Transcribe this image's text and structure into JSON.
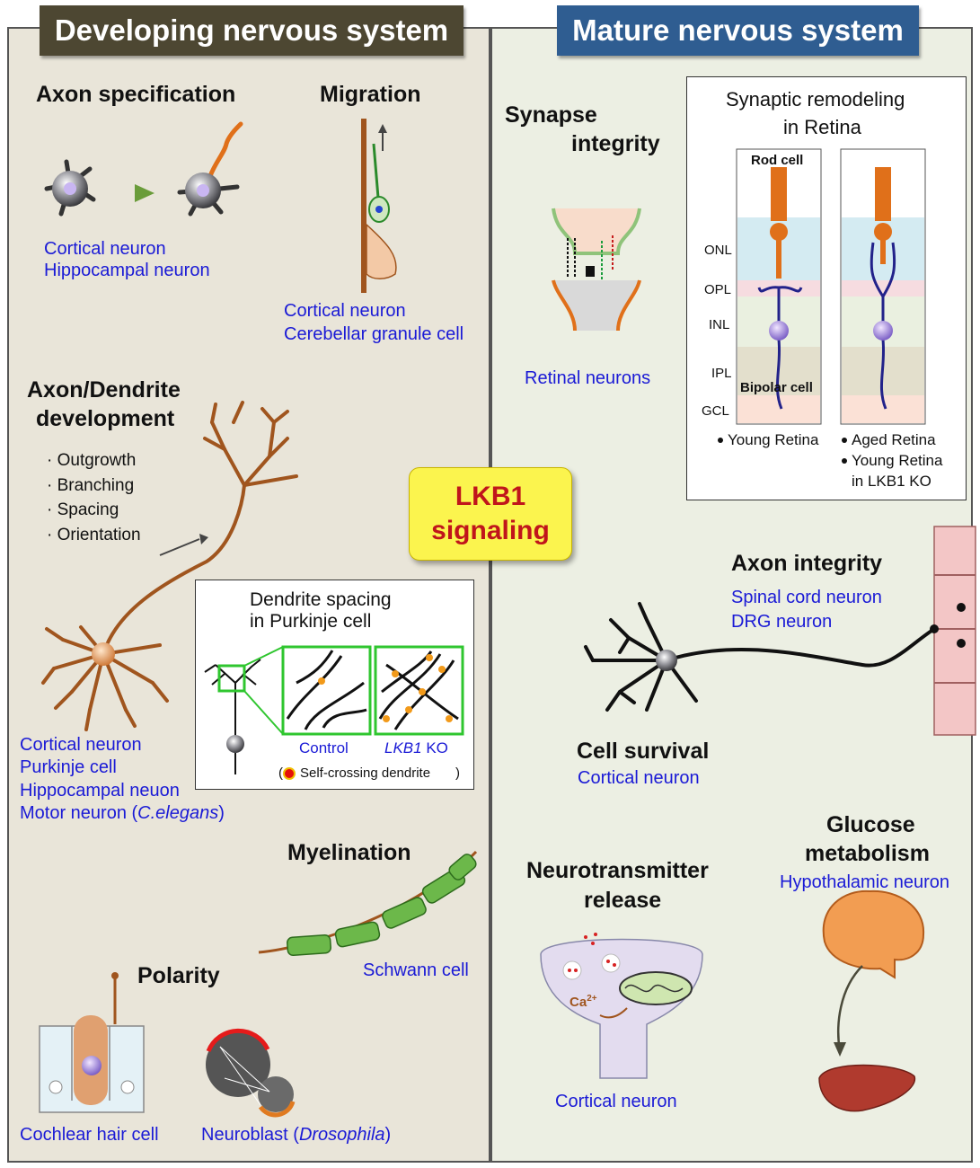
{
  "headers": {
    "developing": "Developing nervous system",
    "mature": "Mature nervous system"
  },
  "center": {
    "line1": "LKB1",
    "line2": "signaling"
  },
  "developing": {
    "axon_spec": {
      "title": "Axon specification",
      "labels": [
        "Cortical neuron",
        "Hippocampal neuron"
      ]
    },
    "migration": {
      "title": "Migration",
      "labels": [
        "Cortical neuron",
        "Cerebellar granule cell"
      ]
    },
    "axon_dendrite": {
      "title_line1": "Axon/Dendrite",
      "title_line2": "development",
      "bullets": [
        "Outgrowth",
        "Branching",
        "Spacing",
        "Orientation"
      ],
      "labels": [
        "Cortical neuron",
        "Purkinje cell",
        "Hippocampal neuon"
      ],
      "motor_label": "Motor neuron (",
      "motor_species": "C.elegans",
      "motor_close": ")"
    },
    "purkinje_inset": {
      "title_line1": "Dendrite spacing",
      "title_line2": "in Purkinje cell",
      "control": "Control",
      "ko_gene": "LKB1",
      "ko_suffix": " KO",
      "legend": "Self-crossing dendrite",
      "legend_open": "(",
      "legend_close": ")"
    },
    "myelination": {
      "title": "Myelination",
      "label": "Schwann cell"
    },
    "polarity": {
      "title": "Polarity",
      "label1": "Cochlear hair cell",
      "label2_prefix": "Neuroblast (",
      "label2_species": "Drosophila",
      "label2_close": ")"
    }
  },
  "mature": {
    "synapse": {
      "title_line1": "Synapse",
      "title_line2": "integrity",
      "label": "Retinal neurons"
    },
    "retina_inset": {
      "title_line1": "Synaptic remodeling",
      "title_line2": "in Retina",
      "rod_cell": "Rod cell",
      "bipolar_cell": "Bipolar cell",
      "layers": [
        "ONL",
        "OPL",
        "INL",
        "IPL",
        "GCL"
      ],
      "legend_young": "Young Retina",
      "legend_aged": "Aged Retina",
      "legend_young_ko_line1": "Young Retina",
      "legend_young_ko_gene": "in LKB1",
      "legend_young_ko_suffix": " KO"
    },
    "axon_integrity": {
      "title": "Axon integrity",
      "labels": [
        "Spinal cord neuron",
        "DRG neuron"
      ]
    },
    "cell_survival": {
      "title": "Cell survival",
      "label": "Cortical neuron"
    },
    "glucose": {
      "title_line1": "Glucose",
      "title_line2": "metabolism",
      "label": "Hypothalamic neuron"
    },
    "neurotransmitter": {
      "title_line1": "Neurotransmitter",
      "title_line2": "release",
      "label": "Cortical neuron",
      "ion": "Ca",
      "ion_charge": "2+"
    }
  },
  "colors": {
    "dev_header": "#4d4732",
    "mat_header": "#2f5d91",
    "neuron_brown": "#a0551e",
    "label_blue": "#1a1ad6",
    "signal_yellow": "#fbf44e",
    "signal_red": "#c0151b"
  }
}
